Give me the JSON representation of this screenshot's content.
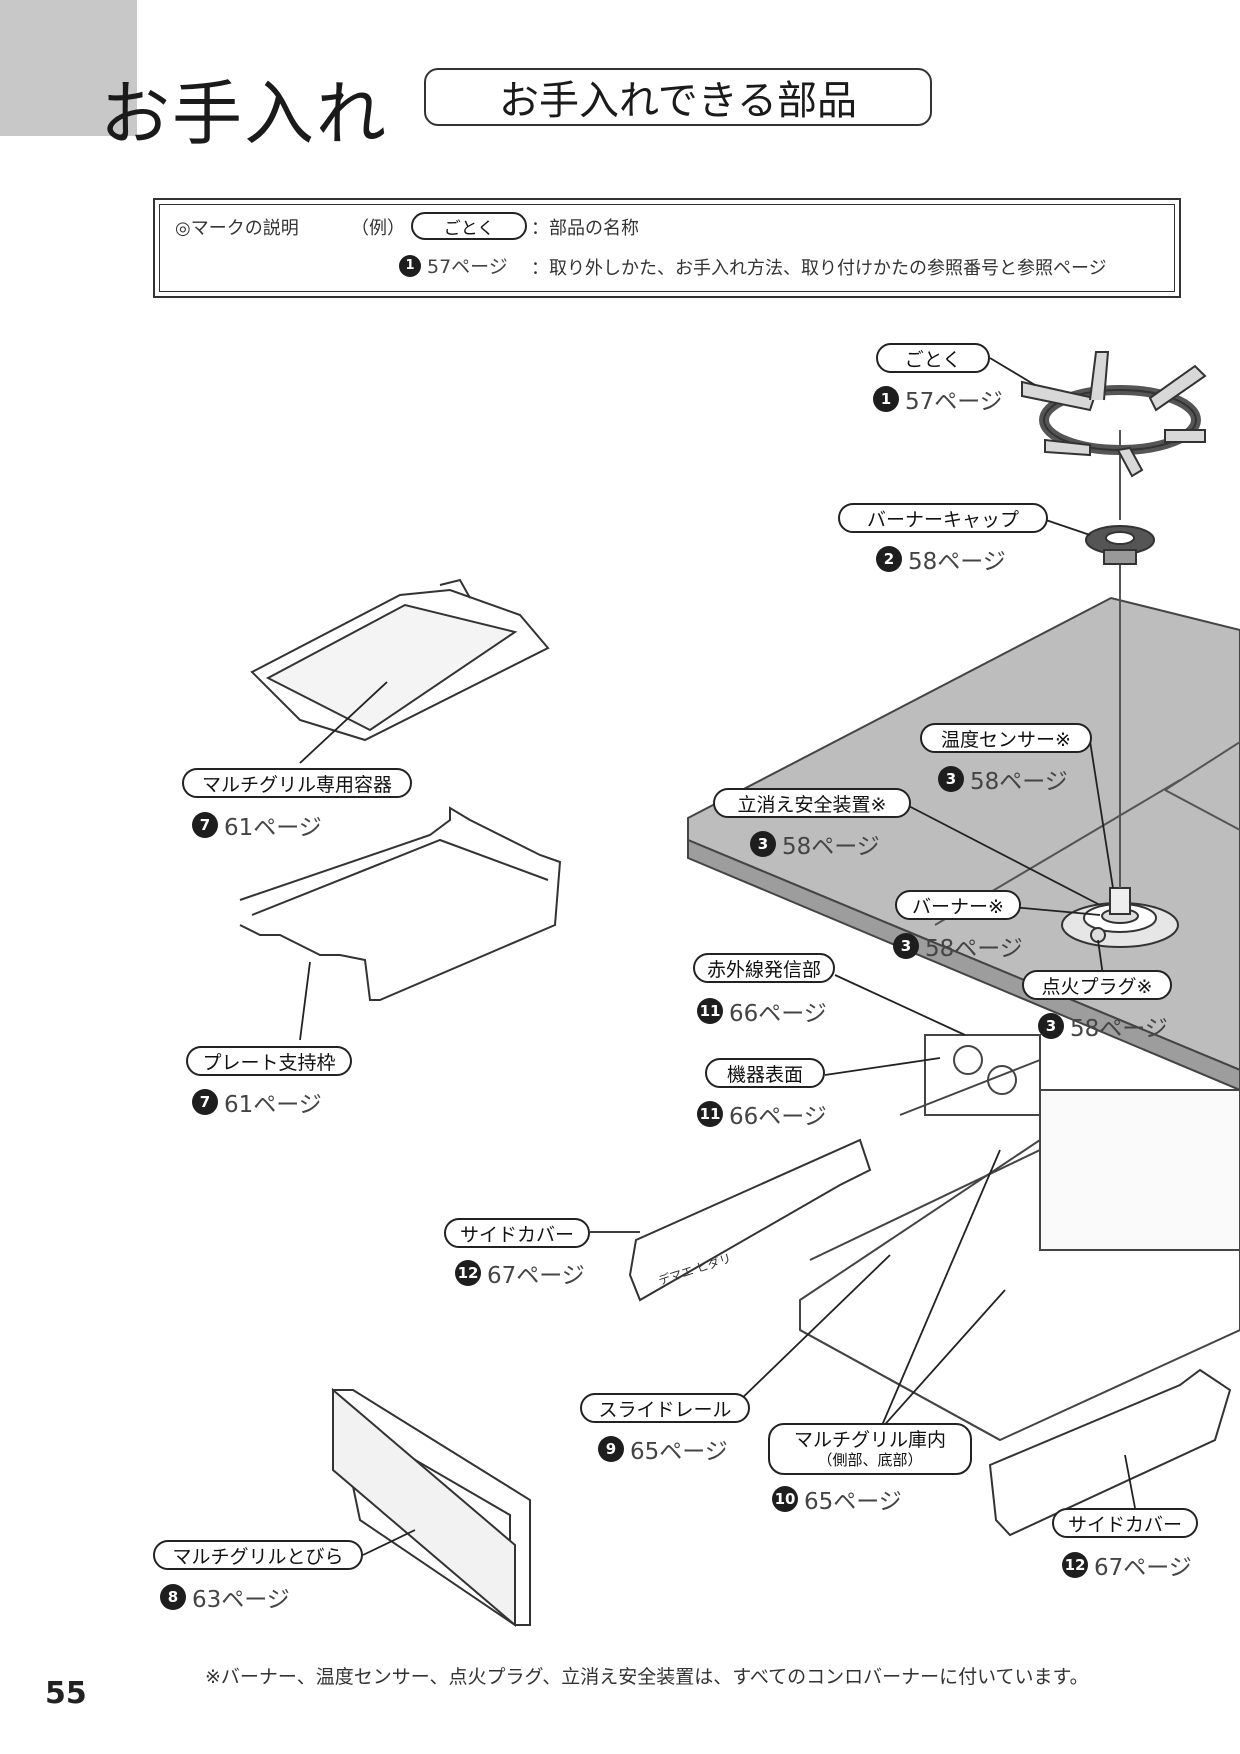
{
  "header": {
    "section_title": "お手入れ",
    "subtitle": "お手入れできる部品"
  },
  "legend": {
    "heading": "◎マークの説明",
    "example": "（例）",
    "example_pill": "ごとく",
    "example_pill_desc": "：部品の名称",
    "example_num": "1",
    "example_page": "57ページ",
    "example_page_desc": "：取り外しかた、お手入れ方法、取り付けかたの参照番号と参照ページ"
  },
  "parts": [
    {
      "name": "ごとく",
      "num": "1",
      "page": "57ページ"
    },
    {
      "name": "バーナーキャップ",
      "num": "2",
      "page": "58ページ"
    },
    {
      "name": "温度センサー※",
      "num": "3",
      "page": "58ページ"
    },
    {
      "name": "立消え安全装置※",
      "num": "3",
      "page": "58ページ"
    },
    {
      "name": "バーナー※",
      "num": "3",
      "page": "58ページ"
    },
    {
      "name": "点火プラグ※",
      "num": "3",
      "page": "58ページ"
    },
    {
      "name": "赤外線発信部",
      "num": "11",
      "page": "66ページ"
    },
    {
      "name": "機器表面",
      "num": "11",
      "page": "66ページ"
    },
    {
      "name": "マルチグリル専用容器",
      "num": "7",
      "page": "61ページ"
    },
    {
      "name": "プレート支持枠",
      "num": "7",
      "page": "61ページ"
    },
    {
      "name": "サイドカバー",
      "num": "12",
      "page": "67ページ"
    },
    {
      "name": "スライドレール",
      "num": "9",
      "page": "65ページ"
    },
    {
      "name": "マルチグリル庫内",
      "sub": "（側部、底部）",
      "num": "10",
      "page": "65ページ"
    },
    {
      "name": "サイドカバー",
      "num": "12",
      "page": "67ページ"
    },
    {
      "name": "マルチグリルとびら",
      "num": "8",
      "page": "63ページ"
    }
  ],
  "footnote": "※バーナー、温度センサー、点火プラグ、立消え安全装置は、すべてのコンロバーナーに付いています。",
  "page_number": "55",
  "illustration": {
    "side_cover_print": "デマエ ヒダリ"
  }
}
